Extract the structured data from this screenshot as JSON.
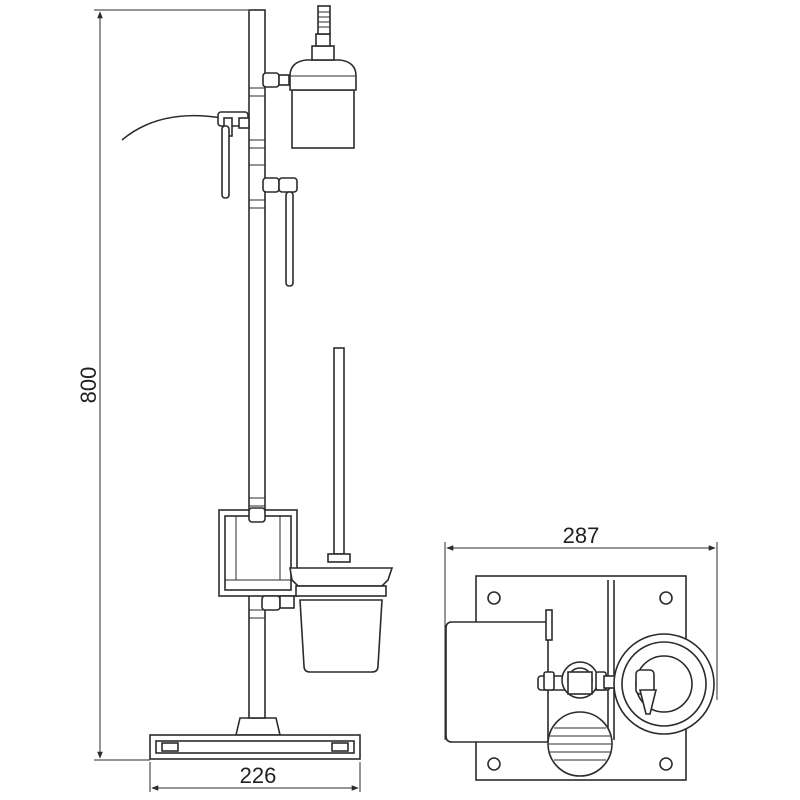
{
  "dimensions": {
    "height": "800",
    "base_width": "226",
    "top_view_width": "287"
  },
  "colors": {
    "line": "#2b2b2b",
    "background": "#ffffff"
  }
}
